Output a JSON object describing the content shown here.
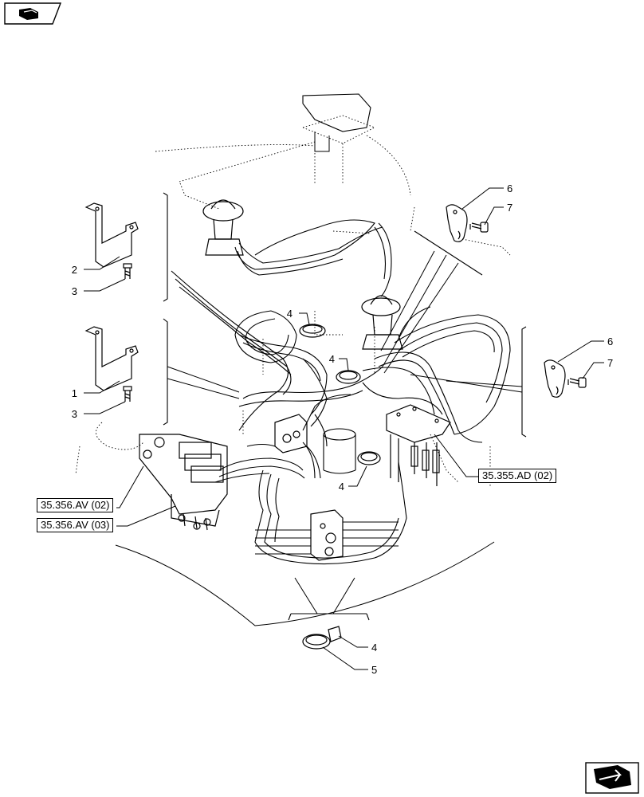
{
  "toolbar": {
    "top_left_icon": "book-arrow-icon",
    "bottom_right_icon": "next-page-arrow-icon"
  },
  "references": {
    "ref_av02": "35.356.AV (02)",
    "ref_av03": "35.356.AV (03)",
    "ref_ad02": "35.355.AD (02)"
  },
  "callouts": {
    "c1": "1",
    "c2": "2",
    "c3a": "3",
    "c3b": "3",
    "c4a": "4",
    "c4b": "4",
    "c4c": "4",
    "c4d": "4",
    "c5": "5",
    "c6a": "6",
    "c6b": "6",
    "c7a": "7",
    "c7b": "7"
  }
}
